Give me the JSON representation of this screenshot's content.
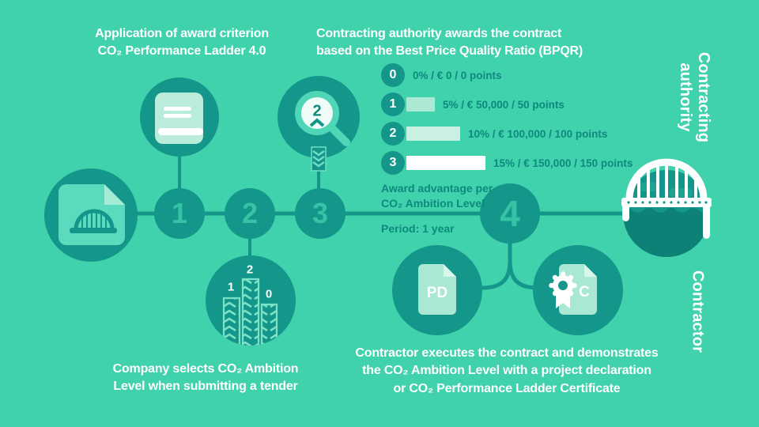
{
  "colors": {
    "background": "#3fd2ad",
    "dark_teal": "#14978a",
    "dark_text": "#0d8a7d",
    "light_mint": "#aee9d5",
    "white": "#ffffff",
    "water": "#0d8176",
    "timeline_number": "#35c2a5"
  },
  "top_left_title": {
    "line1": "Application of award criterion",
    "line2": "CO₂ Performance Ladder 4.0"
  },
  "top_mid_title": {
    "line1": "Contracting authority awards the contract",
    "line2": "based on the Best Price Quality Ratio (BPQR)"
  },
  "award_levels": [
    {
      "level": "0",
      "label": "0% / € 0 / 0 points",
      "bar_style": "display:none"
    },
    {
      "level": "1",
      "label": "5% / € 50,000 / 50 points",
      "bar_style": "width:36px;background:#ade8d3"
    },
    {
      "level": "2",
      "label": "10% / € 100,000 / 100 points",
      "bar_style": "width:68px;background:#c9f0e0"
    },
    {
      "level": "3",
      "label": "15% / € 150,000 / 150 points",
      "bar_style": "width:100px;background:#ffffff"
    }
  ],
  "award_caption": {
    "line1": "Award advantage per",
    "line2": "CO₂ Ambition Level"
  },
  "period_label": "Period: 1 year",
  "timeline": {
    "step1": "1",
    "step2": "2",
    "step3": "3",
    "step4": "4"
  },
  "side_labels": {
    "top_line1": "Contracting",
    "top_line2": "authority",
    "bottom": "Contractor"
  },
  "bottom_left_text": {
    "line1": "Company selects CO₂ Ambition",
    "line2": "Level when submitting a tender"
  },
  "bottom_right_text": {
    "line1": "Contractor executes the contract and demonstrates",
    "line2": "the CO₂ Ambition Level with a project declaration",
    "line3": "or CO₂ Performance Ladder Certificate"
  },
  "icon_labels": {
    "magnifier_level": "2",
    "building_left": "1",
    "building_center": "2",
    "building_right": "0",
    "project_declaration": "PD",
    "certificate": "C"
  }
}
